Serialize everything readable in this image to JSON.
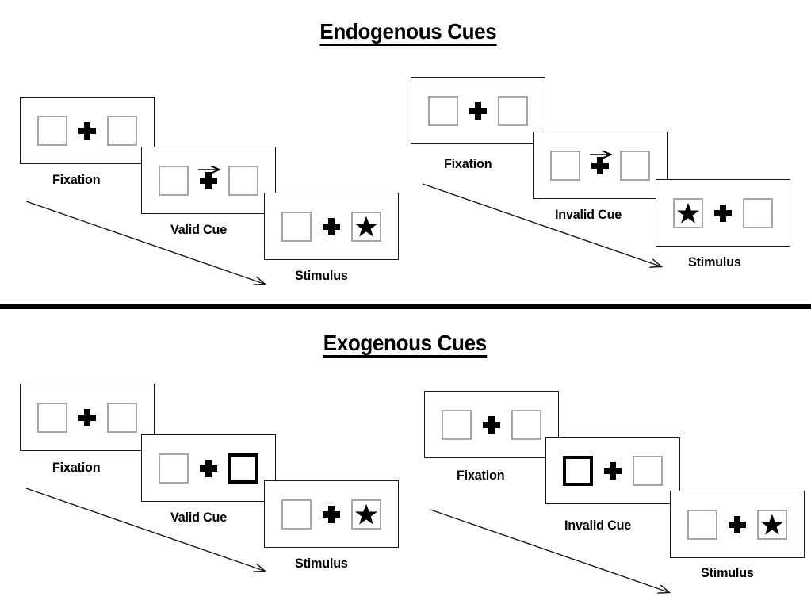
{
  "figure": {
    "title_endogenous": "Endogenous Cues",
    "title_exogenous": "Exogenous Cues",
    "background_color": "#ffffff",
    "line_color": "#1a1a1a",
    "box_border_color": "#a6a6a6",
    "cued_box_color": "#000000",
    "stimulus_color": "#000000"
  },
  "sections": [
    {
      "id": "endogenous",
      "title": "Endogenous Cues",
      "conditions": [
        {
          "id": "endogenous-valid",
          "frames": [
            {
              "caption": "Fixation",
              "left_box": "empty",
              "right_box": "empty",
              "cue": "none",
              "stimulus_side": "none"
            },
            {
              "caption": "Valid Cue",
              "left_box": "empty",
              "right_box": "empty",
              "cue": "arrow-right",
              "stimulus_side": "none"
            },
            {
              "caption": "Stimulus",
              "left_box": "empty",
              "right_box": "star",
              "cue": "none",
              "stimulus_side": "right"
            }
          ]
        },
        {
          "id": "endogenous-invalid",
          "frames": [
            {
              "caption": "Fixation",
              "left_box": "empty",
              "right_box": "empty",
              "cue": "none",
              "stimulus_side": "none"
            },
            {
              "caption": "Invalid Cue",
              "left_box": "empty",
              "right_box": "empty",
              "cue": "arrow-right",
              "stimulus_side": "none"
            },
            {
              "caption": "Stimulus",
              "left_box": "star",
              "right_box": "empty",
              "cue": "none",
              "stimulus_side": "left"
            }
          ]
        }
      ]
    },
    {
      "id": "exogenous",
      "title": "Exogenous Cues",
      "conditions": [
        {
          "id": "exogenous-valid",
          "frames": [
            {
              "caption": "Fixation",
              "left_box": "empty",
              "right_box": "empty",
              "cue": "none",
              "stimulus_side": "none"
            },
            {
              "caption": "Valid Cue",
              "left_box": "empty",
              "right_box": "highlight",
              "cue": "flash-right-box",
              "stimulus_side": "none"
            },
            {
              "caption": "Stimulus",
              "left_box": "empty",
              "right_box": "star",
              "cue": "none",
              "stimulus_side": "right"
            }
          ]
        },
        {
          "id": "exogenous-invalid",
          "frames": [
            {
              "caption": "Fixation",
              "left_box": "empty",
              "right_box": "empty",
              "cue": "none",
              "stimulus_side": "none"
            },
            {
              "caption": "Invalid Cue",
              "left_box": "highlight",
              "right_box": "empty",
              "cue": "flash-left-box",
              "stimulus_side": "none"
            },
            {
              "caption": "Stimulus",
              "left_box": "empty",
              "right_box": "star",
              "cue": "none",
              "stimulus_side": "right"
            }
          ]
        }
      ]
    }
  ],
  "captions": {
    "fixation": "Fixation",
    "valid_cue": "Valid Cue",
    "invalid_cue": "Invalid Cue",
    "stimulus": "Stimulus"
  },
  "time_arrows": {
    "count": 4,
    "direction": "down-right",
    "meaning": "time course"
  }
}
